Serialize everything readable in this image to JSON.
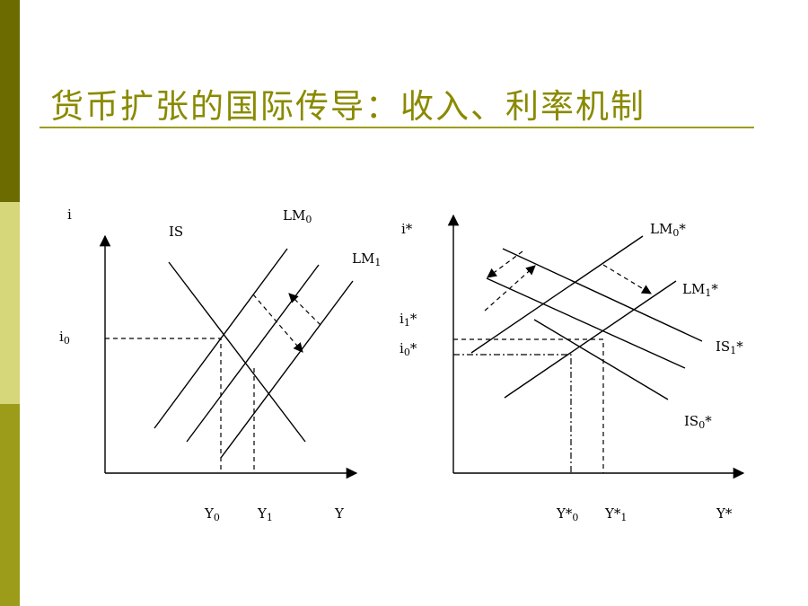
{
  "slide": {
    "title": "货币扩张的国际传导：收入、利率机制",
    "colors": {
      "title": "#8a8a00",
      "rule": "#9c9c1a",
      "bar_top": "#6b6b00",
      "bar_mid": "#d6d67a",
      "bar_bot": "#9c9c1a"
    }
  },
  "home": {
    "axis_y": "i",
    "axis_x": "Y",
    "is_label": "IS",
    "lm0": {
      "base": "LM",
      "sub": "0"
    },
    "lm1": {
      "base": "LM",
      "sub": "1"
    },
    "i0": {
      "base": "i",
      "sub": "0"
    },
    "y0": {
      "base": "Y",
      "sub": "0"
    },
    "y1": {
      "base": "Y",
      "sub": "1"
    }
  },
  "foreign": {
    "axis_y": "i*",
    "axis_x": "Y*",
    "lm0": {
      "base": "LM",
      "sub": "0",
      "sup": "*"
    },
    "lm1": {
      "base": "LM",
      "sub": "1",
      "sup": "*"
    },
    "is1": {
      "base": "IS",
      "sub": "1",
      "sup": "*"
    },
    "is0": {
      "base": "IS",
      "sub": "0",
      "sup": "*"
    },
    "i1": {
      "base": "i",
      "sub": "1",
      "sup": "*"
    },
    "i0": {
      "base": "i",
      "sub": "0",
      "sup": "*"
    },
    "y0": {
      "base": "Y*",
      "sub": "0"
    },
    "y1": {
      "base": "Y*",
      "sub": "1"
    }
  }
}
